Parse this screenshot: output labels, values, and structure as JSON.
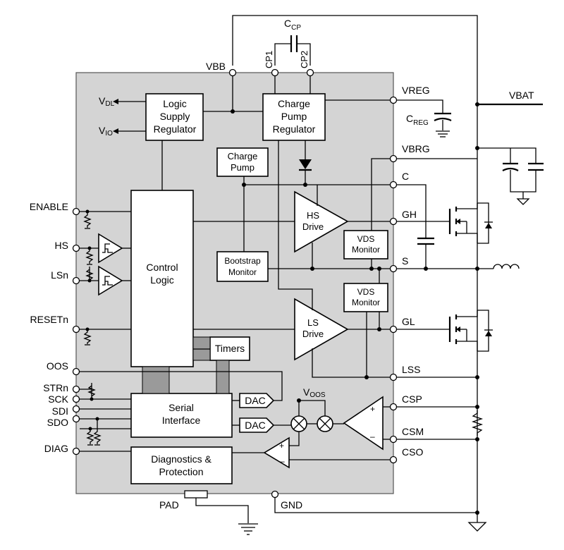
{
  "chip": {
    "pins_left": [
      "ENABLE",
      "HS",
      "LSn",
      "RESETn",
      "OOS",
      "STRn",
      "SCK",
      "SDI",
      "SDO",
      "DIAG"
    ],
    "pins_right": [
      "VREG",
      "VBRG",
      "C",
      "GH",
      "S",
      "GL",
      "LSS",
      "CSP",
      "CSM",
      "CSO"
    ],
    "pins_top": [
      "VBB",
      "CP1",
      "CP2"
    ],
    "pins_bottom": [
      "PAD",
      "GND"
    ]
  },
  "external": {
    "vbat": "VBAT",
    "ccp_main": "C",
    "ccp_sub": "CP",
    "creg_main": "C",
    "creg_sub": "REG",
    "vdl_main": "V",
    "vdl_sub": "DL",
    "vio_main": "V",
    "vio_sub": "IO",
    "voos_main": "V",
    "voos_sub": "OOS"
  },
  "blocks": {
    "logic_supply": [
      "Logic",
      "Supply",
      "Regulator"
    ],
    "charge_pump_reg": [
      "Charge",
      "Pump",
      "Regulator"
    ],
    "charge_pump": [
      "Charge",
      "Pump"
    ],
    "control_logic": [
      "Control",
      "Logic"
    ],
    "hs_drive": [
      "HS",
      "Drive"
    ],
    "ls_drive": [
      "LS",
      "Drive"
    ],
    "vds_monitor_hs": [
      "VDS",
      "Monitor"
    ],
    "vds_monitor_ls": [
      "VDS",
      "Monitor"
    ],
    "bootstrap_monitor": [
      "Bootstrap",
      "Monitor"
    ],
    "timers": "Timers",
    "serial_interface": [
      "Serial",
      "Interface"
    ],
    "dac1": "DAC",
    "dac2": "DAC",
    "diagnostics": [
      "Diagnostics &",
      "Protection"
    ]
  }
}
